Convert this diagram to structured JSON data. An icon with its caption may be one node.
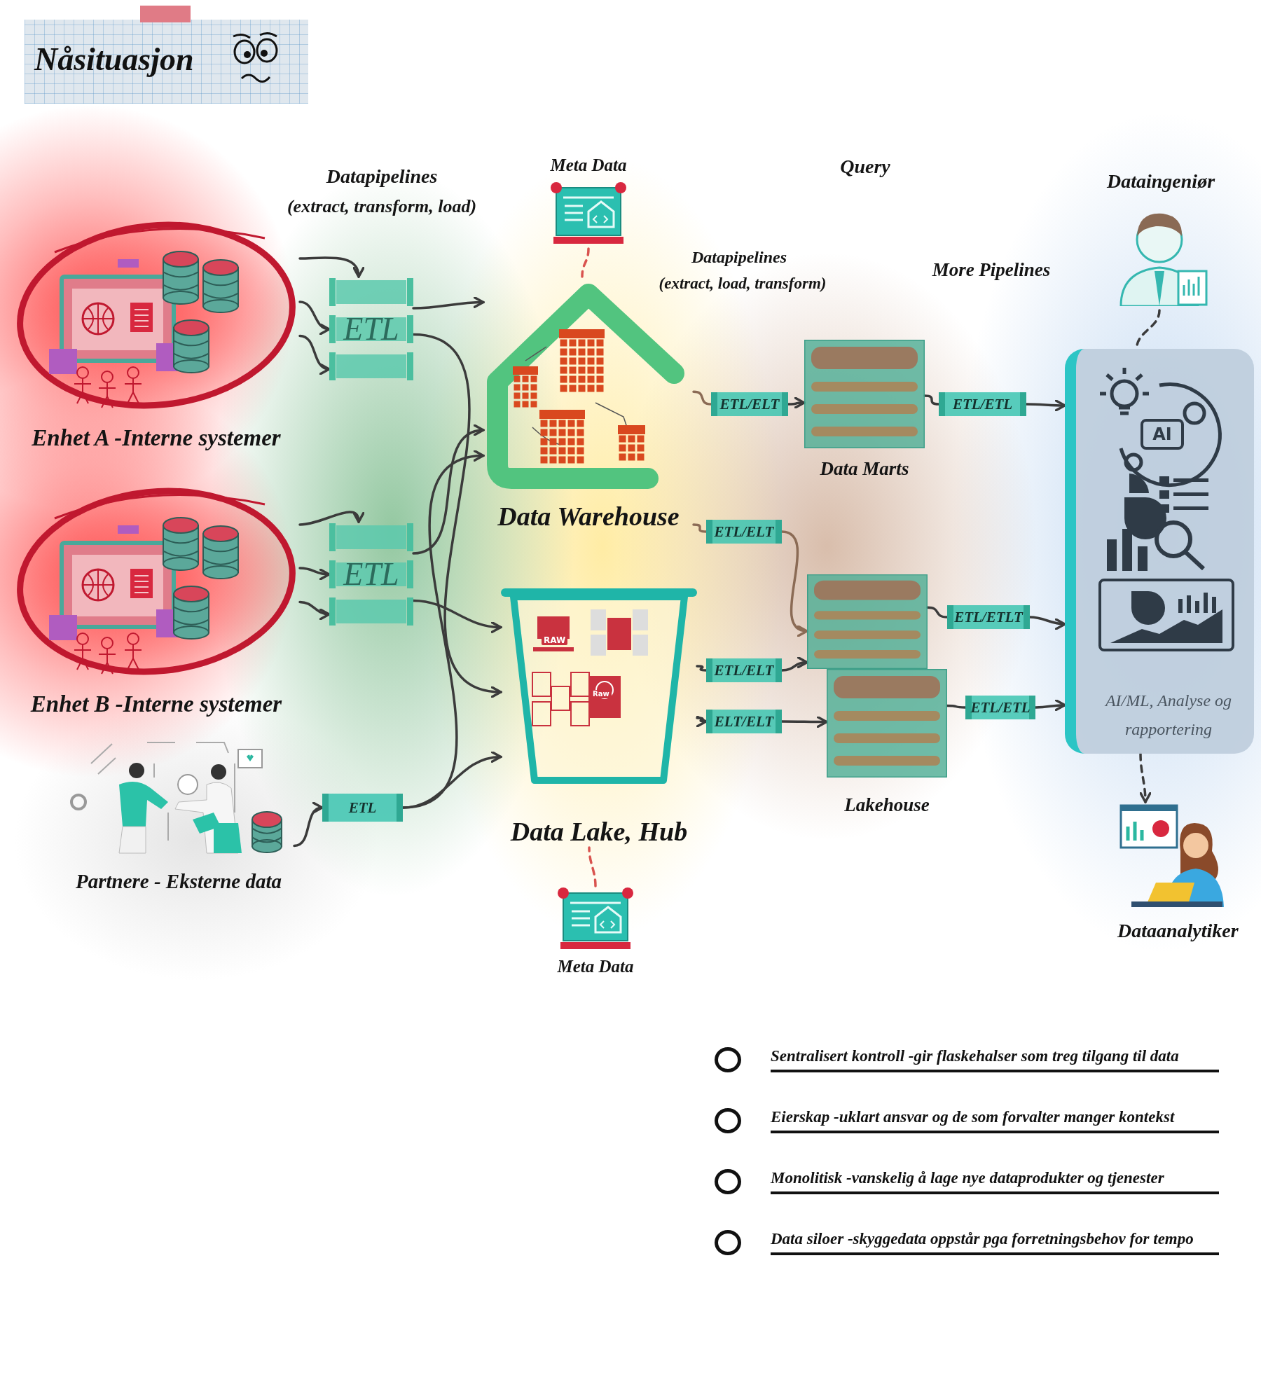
{
  "diagram": {
    "title": "Nåsituasjon",
    "nodes": [
      {
        "text": [
          "Enhet A -Interne systemer"
        ]
      },
      {
        "text": [
          "ETL"
        ]
      },
      {
        "text": [
          "Enhet B -Interne systemer"
        ]
      },
      {
        "text": [
          "ETL"
        ]
      },
      {
        "text": [
          "Partnere - Eksterne data"
        ]
      },
      {
        "text": [
          "ETL"
        ]
      },
      {
        "text": [
          "Data Warehouse"
        ]
      },
      {
        "text": [
          "RAW",
          "Raw",
          "Data Lake, Hub"
        ]
      },
      {
        "text": [
          "Meta Data"
        ]
      },
      {
        "text": [
          "Meta Data"
        ]
      },
      {
        "text": [
          "ETL/ELT"
        ]
      },
      {
        "text": [
          "Data Marts"
        ]
      },
      {
        "text": [
          "ETL/ETL"
        ]
      },
      {
        "text": [
          "AI",
          "AI/ML, Analyse og rapportering"
        ]
      },
      {
        "text": [
          "ETL/ELT"
        ]
      },
      {
        "text": [],
        "shape": "cylinder"
      },
      {
        "text": [
          "ETL/ETLT"
        ]
      },
      {
        "text": [
          "ETL/ELT"
        ]
      },
      {
        "text": [
          "ELT/ELT"
        ]
      },
      {
        "text": [
          "Lakehouse"
        ]
      },
      {
        "text": [
          "ETL/ETL"
        ]
      },
      {
        "text": [
          "Dataingeniør"
        ]
      },
      {
        "text": [
          "Dataanalytiker"
        ]
      }
    ],
    "edges": [
      {
        "from": 0,
        "to": 1,
        "arrow": "to"
      },
      {
        "from": 0,
        "to": 1,
        "arrow": "to"
      },
      {
        "from": 0,
        "to": 1,
        "arrow": "to"
      },
      {
        "from": 2,
        "to": 3,
        "arrow": "to"
      },
      {
        "from": 2,
        "to": 3,
        "arrow": "to"
      },
      {
        "from": 2,
        "to": 3,
        "arrow": "to"
      },
      {
        "from": 4,
        "to": 5,
        "arrow": "to"
      },
      {
        "from": 1,
        "to": 6,
        "arrow": "to"
      },
      {
        "from": 1,
        "to": 7,
        "arrow": "to"
      },
      {
        "from": 3,
        "to": 6,
        "arrow": "to"
      },
      {
        "from": 3,
        "to": 7,
        "arrow": "to"
      },
      {
        "from": 5,
        "to": 6,
        "arrow": "to"
      },
      {
        "from": 5,
        "to": 7,
        "arrow": "to"
      },
      {
        "from": 8,
        "to": 6,
        "arrow": "none",
        "style": "dashed",
        "color": "#d9534f"
      },
      {
        "from": 9,
        "to": 7,
        "arrow": "none",
        "style": "dashed",
        "color": "#d9534f"
      },
      {
        "from": 6,
        "to": 10,
        "arrow": "none",
        "color": "#8b6b55"
      },
      {
        "from": 10,
        "to": 11,
        "arrow": "to"
      },
      {
        "from": 11,
        "to": 12,
        "arrow": "none"
      },
      {
        "from": 12,
        "to": 13,
        "arrow": "to"
      },
      {
        "from": 6,
        "to": 14,
        "arrow": "none",
        "color": "#8b6b55"
      },
      {
        "from": 14,
        "to": 15,
        "arrow": "to",
        "color": "#8b6b55"
      },
      {
        "from": 7,
        "to": 17,
        "arrow": "none"
      },
      {
        "from": 17,
        "to": 15,
        "arrow": "to"
      },
      {
        "from": 7,
        "to": 18,
        "arrow": "to"
      },
      {
        "from": 18,
        "to": 19,
        "arrow": "to"
      },
      {
        "from": 15,
        "to": 16,
        "arrow": "none"
      },
      {
        "from": 16,
        "to": 13,
        "arrow": "to"
      },
      {
        "from": 19,
        "to": 20,
        "arrow": "none"
      },
      {
        "from": 20,
        "to": 13,
        "arrow": "to"
      },
      {
        "from": 21,
        "to": 13,
        "arrow": "none",
        "style": "dashed"
      },
      {
        "from": 13,
        "to": 22,
        "arrow": "to",
        "style": "dashed"
      }
    ],
    "labels": [
      "Datapipelines",
      "(extract, transform, load)",
      "Query",
      "Datapipelines",
      "(extract, load, transform)",
      "More Pipelines",
      "Sentralisert kontroll -gir flaskehalser som treg tilgang til data",
      "Eierskap -uklart ansvar og de som forvalter manger kontekst",
      "Monolitisk -vanskelig å lage nye dataprodukter og tjenester",
      "Data siloer -skyggedata oppstår pga forretningsbehov for tempo"
    ]
  }
}
